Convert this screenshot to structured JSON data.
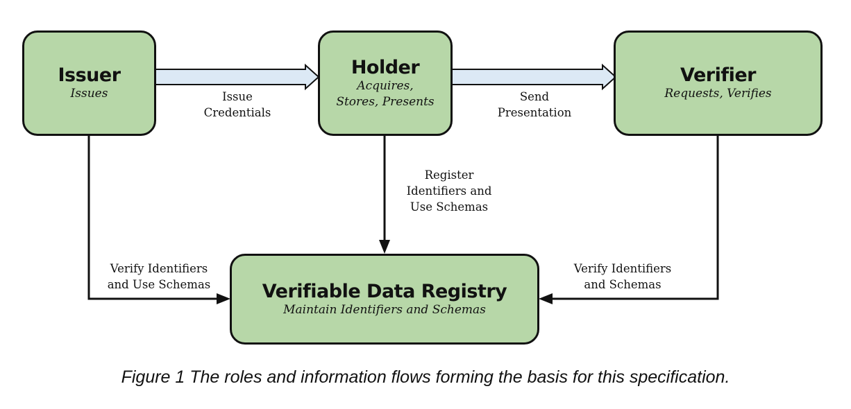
{
  "roles": {
    "issuer": {
      "title": "Issuer",
      "subtitle": "Issues"
    },
    "holder": {
      "title": "Holder",
      "subtitle": "Acquires,\nStores, Presents"
    },
    "verifier": {
      "title": "Verifier",
      "subtitle": "Requests, Verifies"
    },
    "registry": {
      "title": "Verifiable Data Registry",
      "subtitle": "Maintain Identifiers and Schemas"
    }
  },
  "flows": {
    "issue_credentials": "Issue\nCredentials",
    "send_presentation": "Send\nPresentation",
    "register_identifiers": "Register\nIdentifiers and\nUse Schemas",
    "issuer_verify": "Verify Identifiers\nand Use Schemas",
    "verifier_verify": "Verify Identifiers\nand Schemas"
  },
  "caption": "Figure 1 The roles and information flows forming the basis for this specification.",
  "colors": {
    "box_fill": "#b7d7a8",
    "wide_arrow_fill": "#dce9f5",
    "stroke": "#111111"
  }
}
